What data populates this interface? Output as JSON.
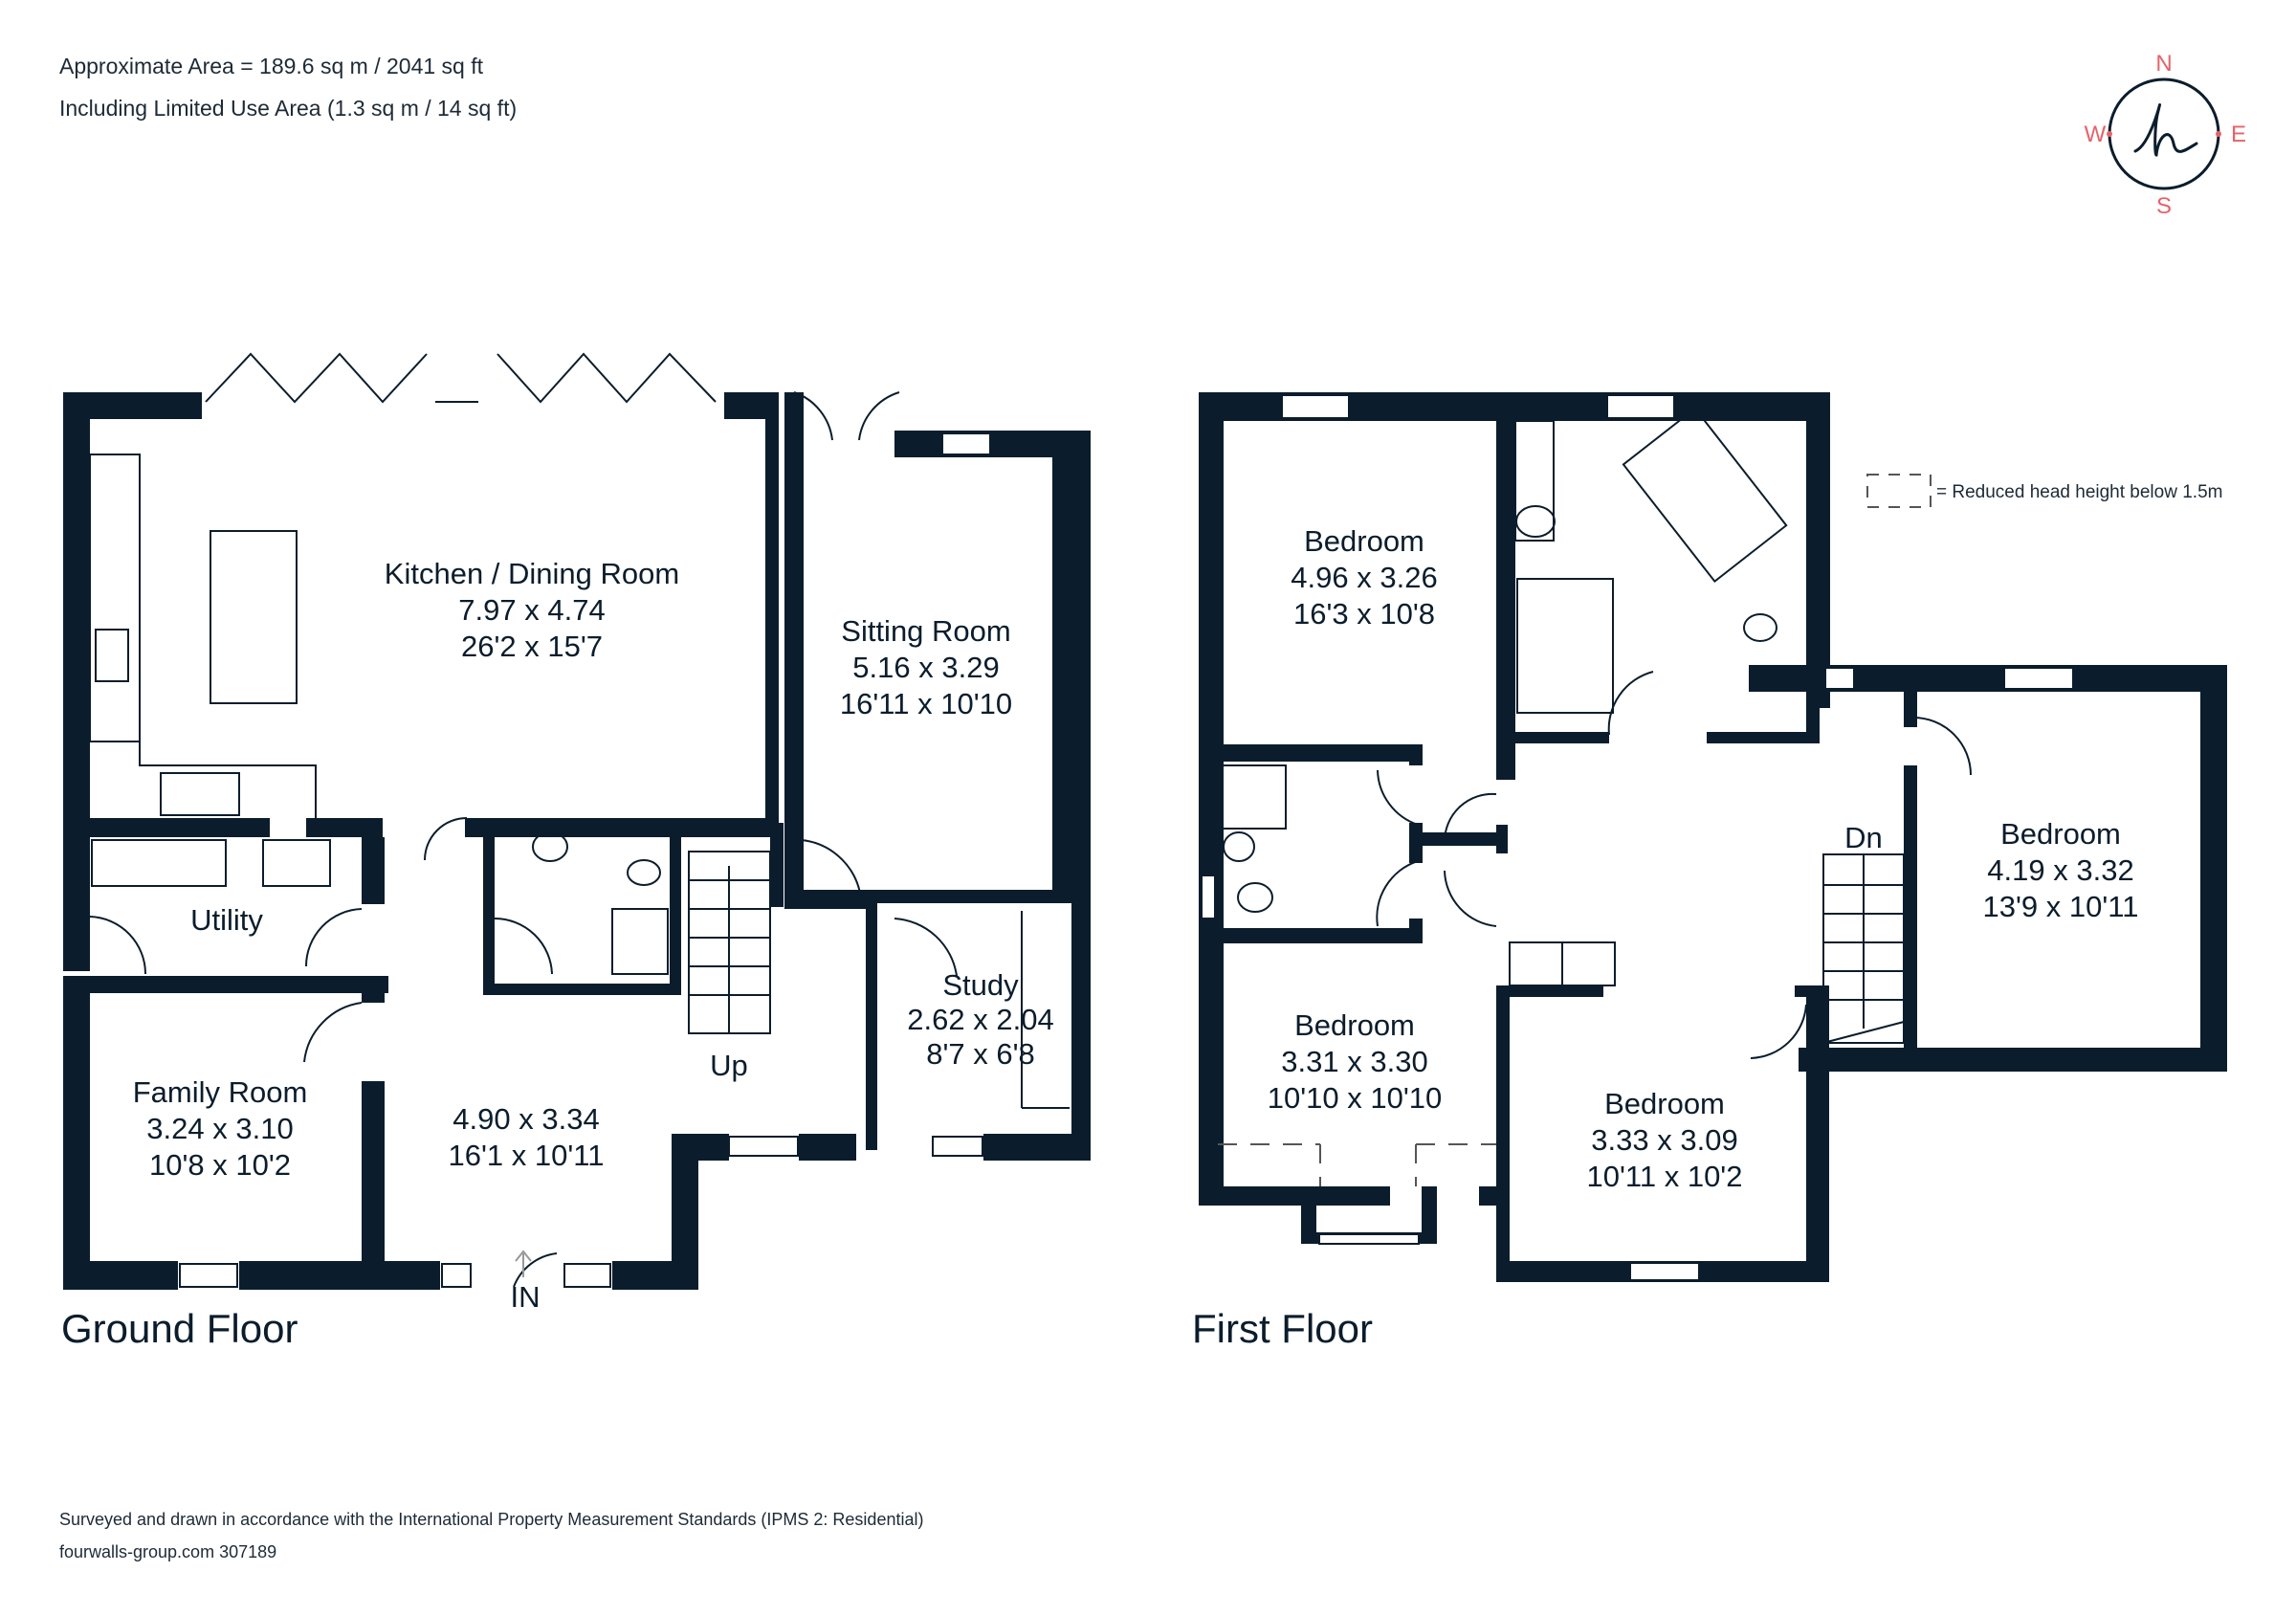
{
  "header": {
    "area_line": "Approximate Area = 189.6 sq m / 2041 sq ft",
    "limited_use_line": "Including Limited Use Area (1.3 sq m / 14 sq ft)"
  },
  "compass": {
    "north": "N",
    "south": "S",
    "east": "E",
    "west": "W",
    "logo_glyph": "h",
    "accent_color": "#e5636a",
    "ring_color": "#0b1d2c"
  },
  "legend": {
    "text": "= Reduced head height below 1.5m"
  },
  "ground_floor": {
    "title": "Ground Floor",
    "rooms": [
      {
        "name": "Kitchen / Dining Room",
        "metric": "7.97 x 4.74",
        "imperial": "26'2 x 15'7"
      },
      {
        "name": "Sitting Room",
        "metric": "5.16 x 3.29",
        "imperial": "16'11 x 10'10"
      },
      {
        "name": "Utility",
        "metric": "",
        "imperial": ""
      },
      {
        "name": "Family Room",
        "metric": "3.24 x 3.10",
        "imperial": "10'8 x 10'2"
      },
      {
        "name": "",
        "metric": "4.90 x 3.34",
        "imperial": "16'1 x 10'11"
      },
      {
        "name": "Study",
        "metric": "2.62 x 2.04",
        "imperial": "8'7 x 6'8"
      }
    ],
    "stairs_label": "Up",
    "entrance_label": "IN"
  },
  "first_floor": {
    "title": "First Floor",
    "rooms": [
      {
        "name": "Bedroom",
        "metric": "4.96 x 3.26",
        "imperial": "16'3 x 10'8"
      },
      {
        "name": "Bedroom",
        "metric": "4.19 x 3.32",
        "imperial": "13'9 x 10'11"
      },
      {
        "name": "Bedroom",
        "metric": "3.31 x 3.30",
        "imperial": "10'10 x 10'10"
      },
      {
        "name": "Bedroom",
        "metric": "3.33 x 3.09",
        "imperial": "10'11 x 10'2"
      }
    ],
    "stairs_label": "Dn"
  },
  "footer": {
    "standards_line": "Surveyed and drawn in accordance with the International Property Measurement Standards (IPMS 2: Residential)",
    "reference_line": "fourwalls-group.com 307189"
  },
  "colors": {
    "wall": "#0b1d2c",
    "text": "#0b1d2c",
    "compass_accent": "#e5636a",
    "background": "#ffffff"
  }
}
